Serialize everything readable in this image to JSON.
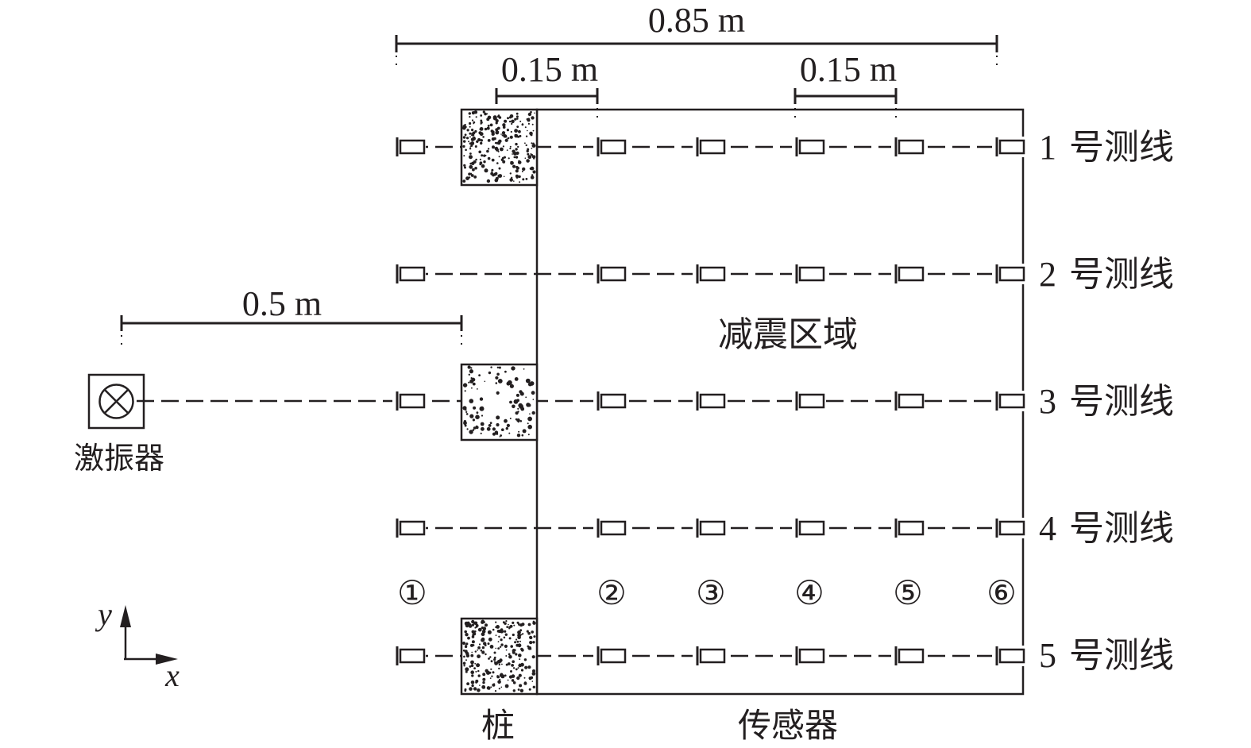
{
  "dimensions": {
    "total": "0.85 m",
    "spacing_left": "0.15 m",
    "spacing_right": "0.15 m",
    "exciter_distance": "0.5 m"
  },
  "labels": {
    "exciter": "激振器",
    "zone": "减震区域",
    "pile": "桩",
    "sensor": "传感器",
    "axis_x": "x",
    "axis_y": "y"
  },
  "lines": [
    {
      "num": "1",
      "text": "号测线"
    },
    {
      "num": "2",
      "text": "号测线"
    },
    {
      "num": "3",
      "text": "号测线"
    },
    {
      "num": "4",
      "text": "号测线"
    },
    {
      "num": "5",
      "text": "号测线"
    }
  ],
  "sensor_columns": [
    "①",
    "②",
    "③",
    "④",
    "⑤",
    "⑥"
  ],
  "colors": {
    "ink": "#231f20",
    "background": "#ffffff"
  },
  "icons": {
    "exciter": "circled-times-icon",
    "sensor": "sensor-icon",
    "pile": "speckled-pile"
  }
}
